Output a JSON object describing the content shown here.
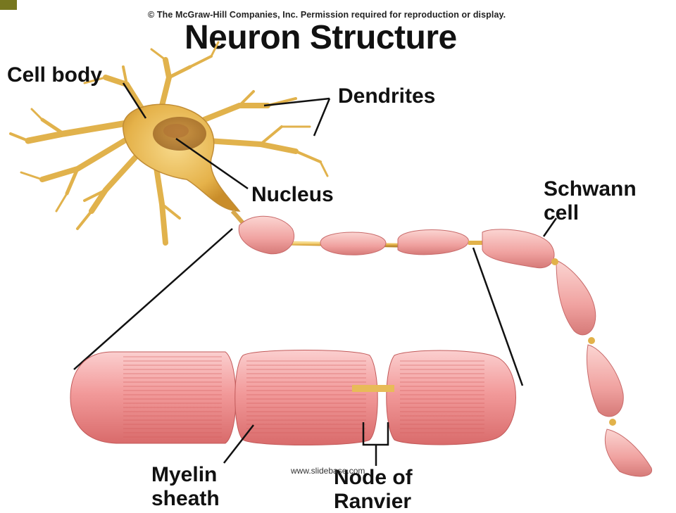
{
  "copyright": "© The McGraw-Hill Companies, Inc. Permission required for reproduction or display.",
  "title": "Neuron Structure",
  "labels": {
    "cell_body": "Cell body",
    "dendrites": "Dendrites",
    "nucleus": "Nucleus",
    "schwann_line1": "Schwann",
    "schwann_line2": "cell",
    "myelin_line1": "Myelin",
    "myelin_line2": "sheath",
    "node_line1": "Node of",
    "node_line2": "Ranvier"
  },
  "watermark": "www.slidebase.com",
  "colors": {
    "corner_accent": "#77771f",
    "axon": "#e2b24a",
    "myelin": "#f0a0a0",
    "cell_body": "#e8b64c"
  }
}
